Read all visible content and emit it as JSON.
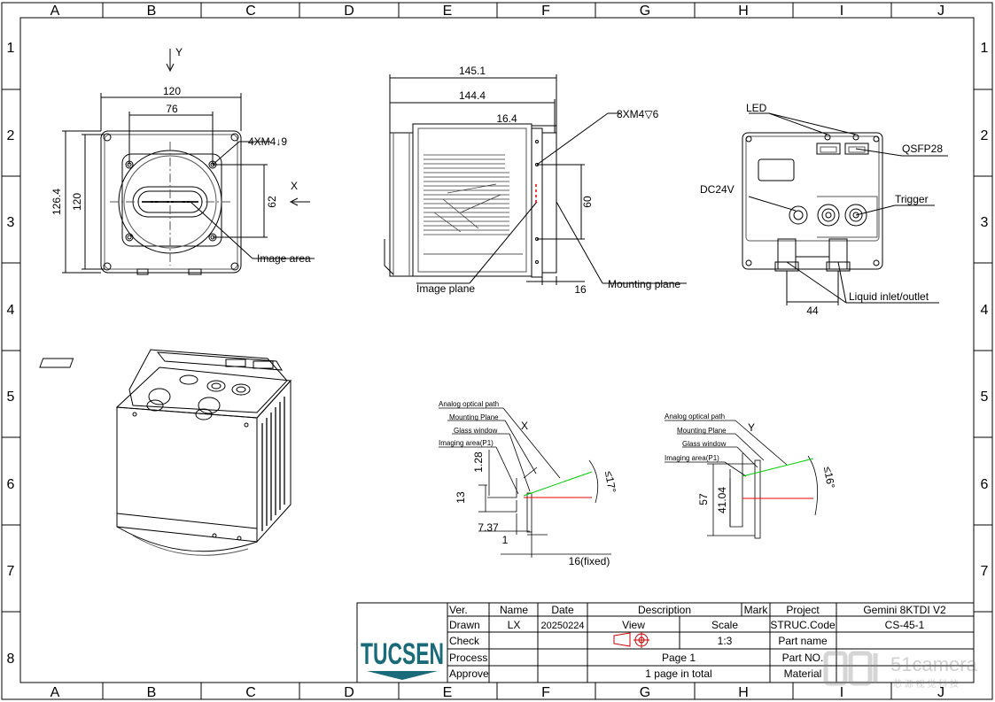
{
  "grid": {
    "columns": [
      "A",
      "B",
      "C",
      "D",
      "E",
      "F",
      "G",
      "H",
      "I",
      "J"
    ],
    "rows": [
      "1",
      "2",
      "3",
      "4",
      "5",
      "6",
      "7",
      "8"
    ]
  },
  "front_view": {
    "axis_y": "Y",
    "axis_x": "X",
    "dim_width_outer": "120",
    "dim_width_inner": "76",
    "dim_height_outer": "126.4",
    "dim_height_inner": "120",
    "dim_hole_spacing": "62",
    "thread_callout": "4XM4↓9",
    "image_area": "Image area"
  },
  "side_view": {
    "dim_overall": "145.1",
    "dim_body": "144.4",
    "dim_flange": "16.4",
    "dim_height": "60",
    "dim_offset": "16",
    "thread_callout": "8XM4▽6",
    "image_plane": "Image plane",
    "mounting_plane": "Mounting plane"
  },
  "rear_view": {
    "led": "LED",
    "qsfp": "QSFP28",
    "dc": "DC24V",
    "trigger": "Trigger",
    "liquid": "Liquid  inlet/outlet",
    "dim_spacing": "44"
  },
  "detail_x": {
    "analog_path": "Analog optical path",
    "mounting_plane": "Mounting Plane",
    "glass_window": "Glass window",
    "imaging_area": "Imaging area(P1)",
    "axis": "X",
    "angle": "≤17°",
    "d_128": "1.28",
    "d_13": "13",
    "d_737": "7.37",
    "d_1": "1",
    "d_16": "16(fixed)"
  },
  "detail_y": {
    "analog_path": "Analog optical path",
    "mounting_plane": "Mounting Plane",
    "glass_window": "Glass window",
    "imaging_area": "Imaging area(P1)",
    "axis": "Y",
    "angle": "≤16°",
    "d_57": "57",
    "d_4104": "41.04"
  },
  "title_block": {
    "logo": "TUCSEN",
    "ver": "Ver.",
    "name": "Name",
    "date": "Date",
    "description": "Description",
    "mark": "Mark",
    "project": "Project",
    "project_value": "Gemini 8KTDI V2",
    "drawn": "Drawn",
    "drawn_name": "LX",
    "drawn_date": "20250224",
    "view": "View",
    "scale": "Scale",
    "scale_value": "1:3",
    "struc_code": "STRUC.Code",
    "struc_code_value": "CS-45-1",
    "check": "Check",
    "part_name": "Part name",
    "process": "Process",
    "page": "Page 1",
    "part_no": "Part NO.",
    "approve": "Approve",
    "page_total": "1 page in total",
    "material": "Material"
  },
  "watermark": {
    "logo": "51camera",
    "subtitle": "芯 源 视 觉 科 技"
  }
}
